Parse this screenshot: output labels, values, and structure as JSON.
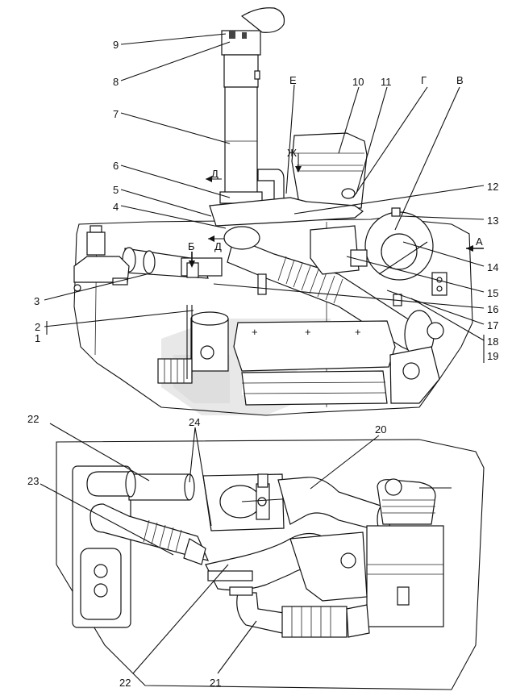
{
  "callouts": {
    "c1": "1",
    "c2": "2",
    "c3": "3",
    "c4": "4",
    "c5": "5",
    "c6": "6",
    "c7": "7",
    "c8": "8",
    "c9": "9",
    "c10": "10",
    "c11": "11",
    "c12": "12",
    "c13": "13",
    "c14": "14",
    "c15": "15",
    "c16": "16",
    "c17": "17",
    "c18": "18",
    "c19": "19",
    "c20": "20",
    "c21": "21",
    "c22a": "22",
    "c22b": "22",
    "c23": "23",
    "c24": "24"
  },
  "view_marks": {
    "e": "Е",
    "g": "Г",
    "v": "В",
    "a": "А",
    "b": "Б",
    "d1": "Д",
    "d2": "Д",
    "zh": "Ж"
  }
}
